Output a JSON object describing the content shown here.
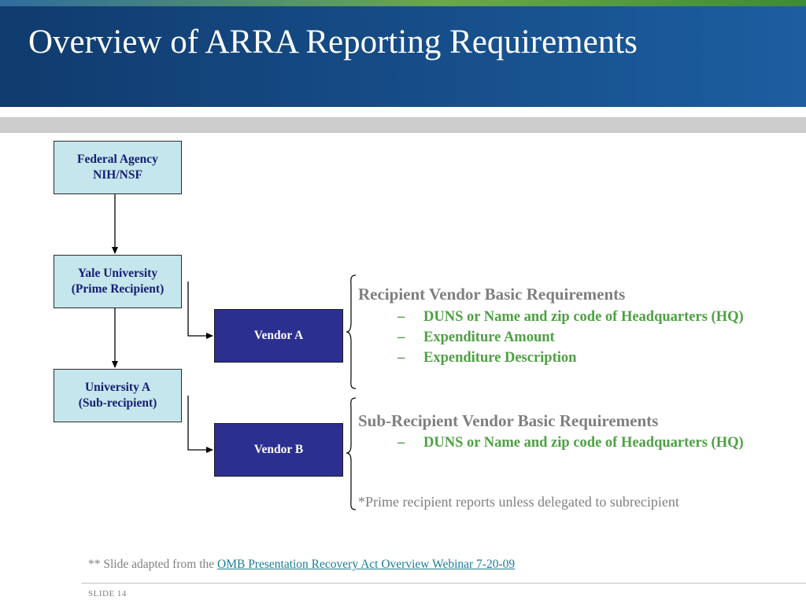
{
  "slide": {
    "title": "Overview of ARRA Reporting Requirements",
    "number_label": "SLIDE 14"
  },
  "diagram": {
    "federal_agency": {
      "line1": "Federal Agency",
      "line2": "NIH/NSF"
    },
    "prime_recipient": {
      "line1": "Yale University",
      "line2": "(Prime Recipient)"
    },
    "sub_recipient": {
      "line1": "University A",
      "line2": "(Sub-recipient)"
    },
    "vendor_a": "Vendor A",
    "vendor_b": "Vendor B"
  },
  "requirements": {
    "recipient": {
      "heading": "Recipient Vendor Basic Requirements",
      "items": [
        "DUNS or Name and zip code of Headquarters (HQ)",
        "Expenditure Amount",
        "Expenditure Description"
      ]
    },
    "sub_recipient": {
      "heading": "Sub-Recipient Vendor Basic Requirements",
      "items": [
        "DUNS or Name and zip code of Headquarters (HQ)"
      ]
    },
    "bullet": "–",
    "note": "*Prime recipient reports unless delegated to subrecipient"
  },
  "footer": {
    "source_prefix": "** Slide adapted from the",
    "source_link": "OMB Presentation Recovery Act Overview Webinar 7-20-09"
  },
  "colors": {
    "title_bar": "#1c5ea0",
    "light_box": "#c5e6ec",
    "dark_box": "#2b2f8f",
    "heading_gray": "#7f7f7f",
    "item_green": "#4ea043",
    "link": "#1b7d95"
  }
}
